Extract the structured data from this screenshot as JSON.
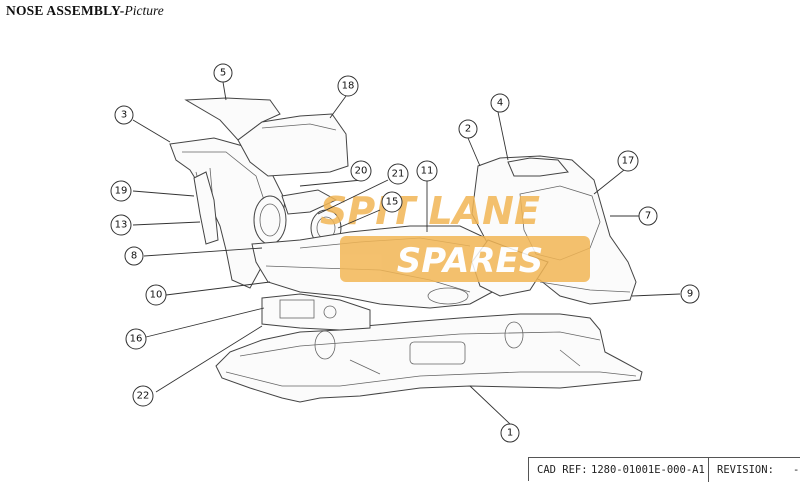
{
  "header": {
    "title_bold": "NOSE ASSEMBLY-",
    "title_italic": "Picture"
  },
  "watermark": {
    "line1": "SPIT LANE",
    "line2": "SPARES",
    "color": "#f2b655"
  },
  "callouts": [
    {
      "id": "c1",
      "label": "1"
    },
    {
      "id": "c2",
      "label": "2"
    },
    {
      "id": "c3",
      "label": "3"
    },
    {
      "id": "c4",
      "label": "4"
    },
    {
      "id": "c5",
      "label": "5"
    },
    {
      "id": "c7",
      "label": "7"
    },
    {
      "id": "c8",
      "label": "8"
    },
    {
      "id": "c9",
      "label": "9"
    },
    {
      "id": "c10",
      "label": "10"
    },
    {
      "id": "c11",
      "label": "11"
    },
    {
      "id": "c13",
      "label": "13"
    },
    {
      "id": "c15",
      "label": "15"
    },
    {
      "id": "c16",
      "label": "16"
    },
    {
      "id": "c17",
      "label": "17"
    },
    {
      "id": "c18",
      "label": "18"
    },
    {
      "id": "c19",
      "label": "19"
    },
    {
      "id": "c20",
      "label": "20"
    },
    {
      "id": "c21",
      "label": "21"
    },
    {
      "id": "c22",
      "label": "22"
    }
  ],
  "cad_box": {
    "ref_label": "CAD REF:",
    "ref_value": "1280-01001E-000-A1",
    "revision_label": "REVISION:",
    "revision_value": "-"
  }
}
